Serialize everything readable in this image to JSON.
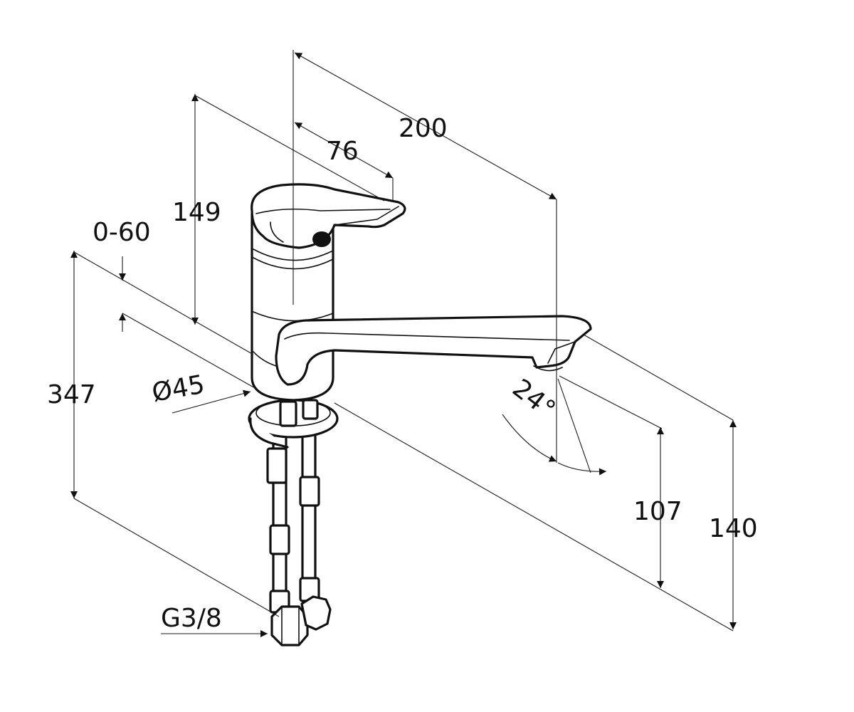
{
  "dimensions": {
    "d200": "200",
    "d76": "76",
    "d149": "149",
    "d0_60": "0-60",
    "d347": "347",
    "d45": "Ø45",
    "d24": "24°",
    "d107": "107",
    "d140": "140",
    "g38": "G3/8"
  },
  "colors": {
    "line": "#111111",
    "background": "#ffffff"
  }
}
